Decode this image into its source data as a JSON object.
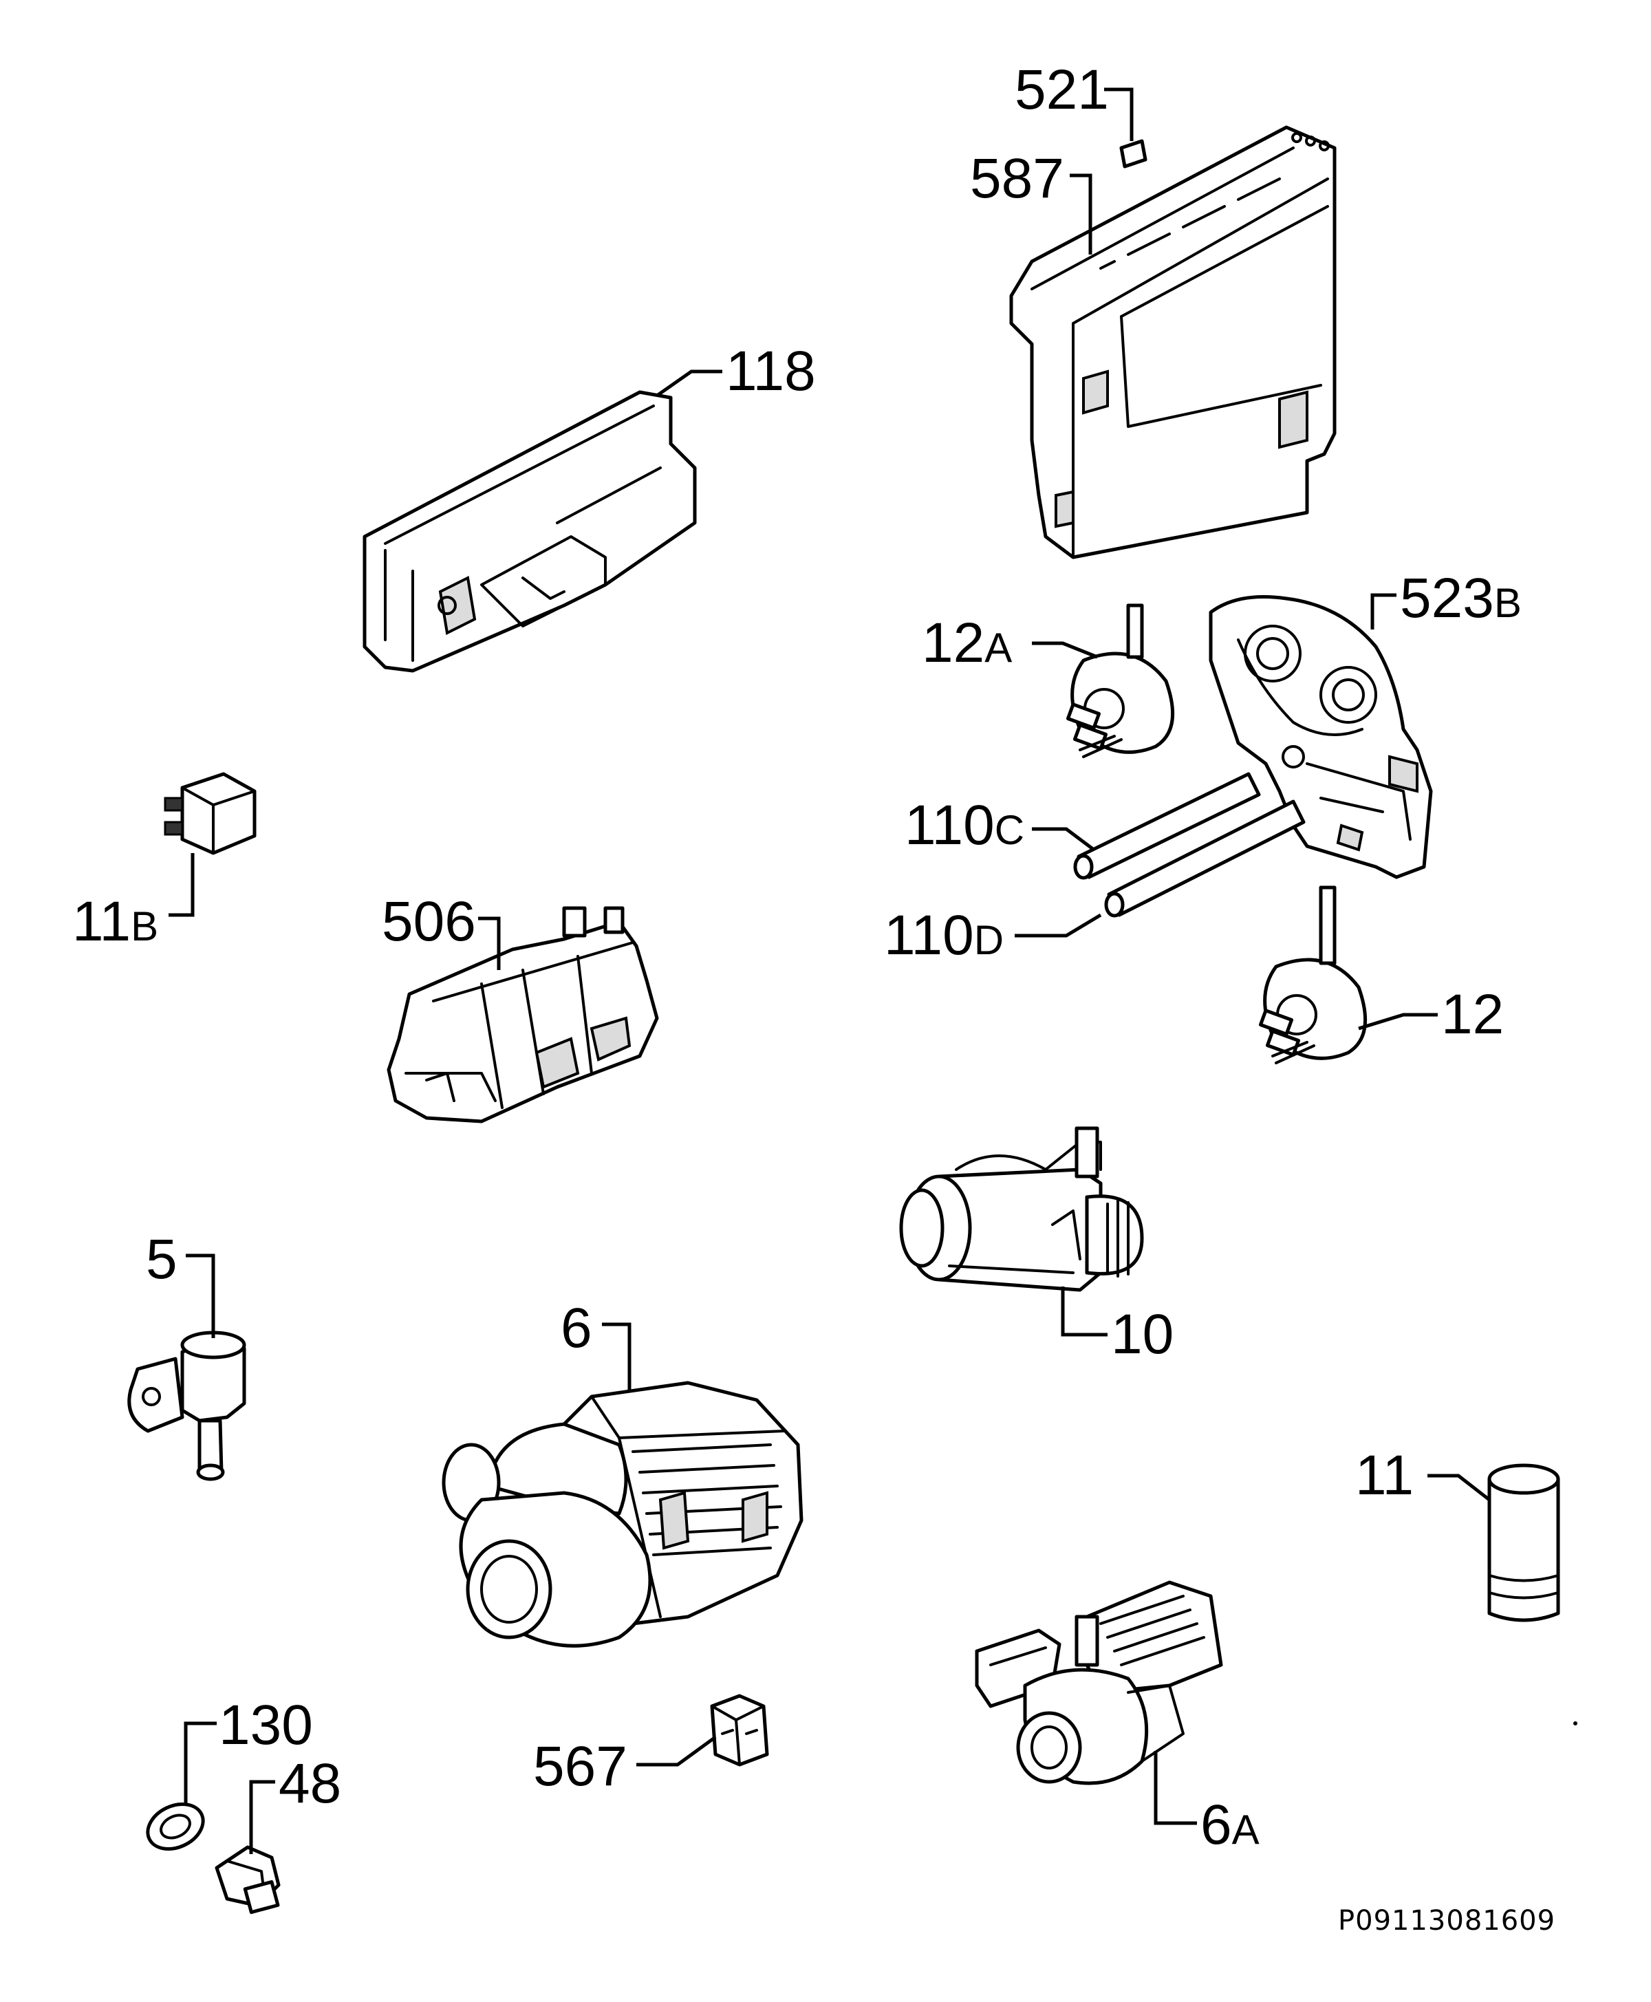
{
  "parts": {
    "p118": {
      "main": "118"
    },
    "p521": {
      "main": "521"
    },
    "p587": {
      "main": "587"
    },
    "p12a": {
      "main": "12",
      "suffix": "A"
    },
    "p523b": {
      "main": "523",
      "suffix": "B"
    },
    "p110c": {
      "main": "110",
      "suffix": "C"
    },
    "p110d": {
      "main": "110",
      "suffix": "D"
    },
    "p12": {
      "main": "12"
    },
    "p11b": {
      "main": "11",
      "suffix": "B"
    },
    "p506": {
      "main": "506"
    },
    "p5": {
      "main": "5"
    },
    "p10": {
      "main": "10"
    },
    "p6": {
      "main": "6"
    },
    "p11": {
      "main": "11"
    },
    "p6a": {
      "main": "6",
      "suffix": "A"
    },
    "p567": {
      "main": "567"
    },
    "p130": {
      "main": "130"
    },
    "p48": {
      "main": "48"
    }
  },
  "reference_code": "P09113081609"
}
